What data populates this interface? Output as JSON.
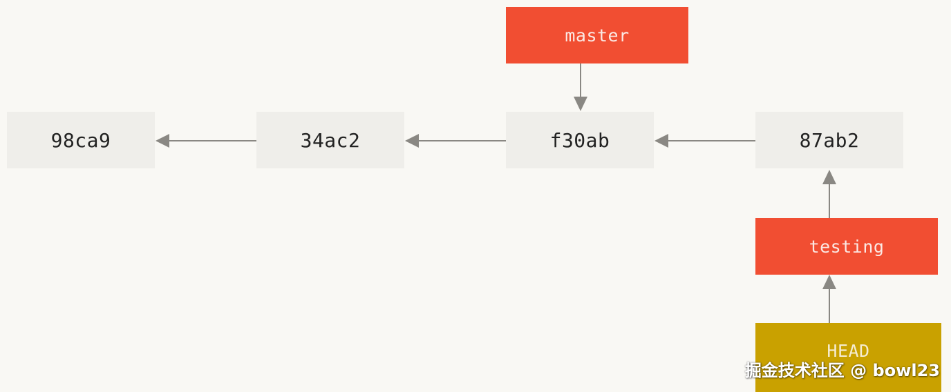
{
  "commits": [
    {
      "id": "98ca9"
    },
    {
      "id": "34ac2"
    },
    {
      "id": "f30ab"
    },
    {
      "id": "87ab2"
    }
  ],
  "branches": {
    "master": {
      "label": "master",
      "points_to": "f30ab"
    },
    "testing": {
      "label": "testing",
      "points_to": "87ab2"
    }
  },
  "head": {
    "label": "HEAD",
    "points_to": "testing"
  },
  "colors": {
    "background": "#f9f8f4",
    "commit_fill": "#efeeea",
    "branch_fill": "#f14e32",
    "head_fill": "#c9a100",
    "arrow": "#8a8883"
  },
  "watermark": "掘金技术社区 @ bowl23"
}
